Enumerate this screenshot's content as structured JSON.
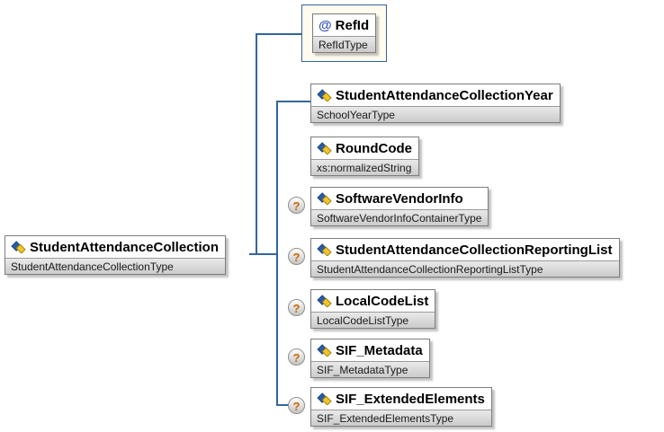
{
  "diagram": {
    "root": {
      "name": "StudentAttendanceCollection",
      "type": "StudentAttendanceCollectionType"
    },
    "attribute": {
      "marker": "@",
      "name": "RefId",
      "type": "RefIdType"
    },
    "children": [
      {
        "name": "StudentAttendanceCollectionYear",
        "type": "SchoolYearType",
        "optional": false
      },
      {
        "name": "RoundCode",
        "type": "xs:normalizedString",
        "optional": false
      },
      {
        "name": "SoftwareVendorInfo",
        "type": "SoftwareVendorInfoContainerType",
        "optional": true
      },
      {
        "name": "StudentAttendanceCollectionReportingList",
        "type": "StudentAttendanceCollectionReportingListType",
        "optional": true
      },
      {
        "name": "LocalCodeList",
        "type": "LocalCodeListType",
        "optional": true
      },
      {
        "name": "SIF_Metadata",
        "type": "SIF_MetadataType",
        "optional": true
      },
      {
        "name": "SIF_ExtendedElements",
        "type": "SIF_ExtendedElementsType",
        "optional": true
      }
    ],
    "optional_marker": "?",
    "colors": {
      "connector": "#336699",
      "attr_container_bg": "#fffbee",
      "optional_mark": "#cc6600",
      "icon_blue": "#2a5caa",
      "icon_blue_dark": "#17407e",
      "icon_gold": "#f2c42c",
      "icon_gold_dark": "#9a7d00"
    }
  }
}
